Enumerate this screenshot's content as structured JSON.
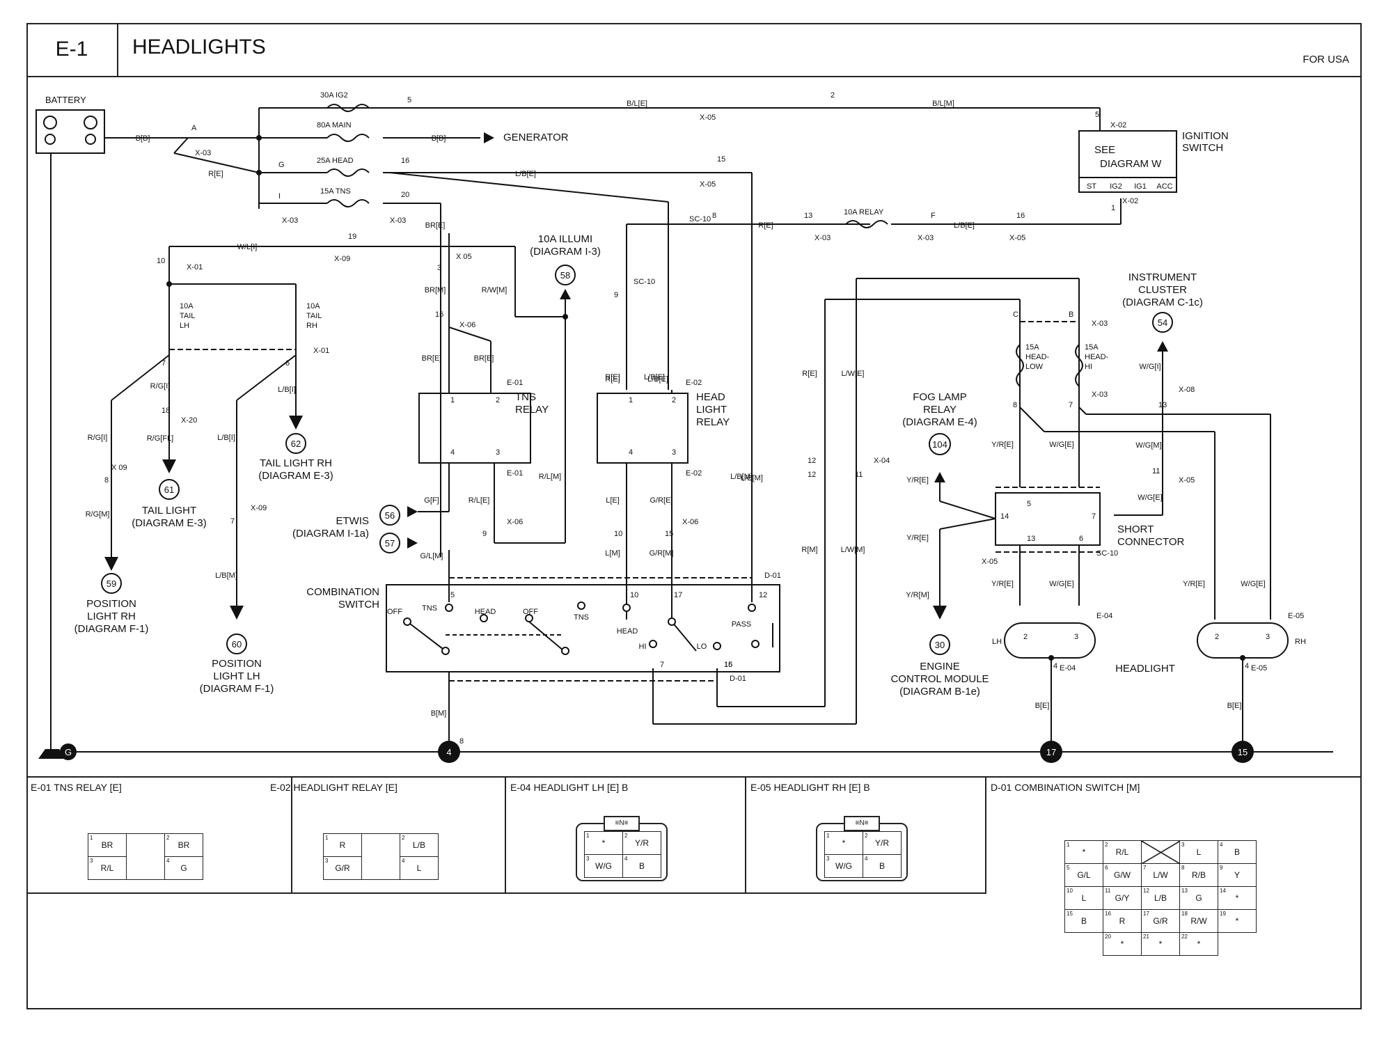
{
  "header": {
    "code": "E-1",
    "title": "HEADLIGHTS",
    "region": "FOR USA"
  },
  "labels": {
    "battery": "BATTERY",
    "generator": "GENERATOR",
    "ignition_switch": "IGNITION\nSWITCH",
    "ign_see": "SEE",
    "ign_diagram": "DIAGRAM W",
    "ign_positions": [
      "ST",
      "IG2",
      "IG1",
      "ACC"
    ],
    "fuse_30a": "30A IG2",
    "fuse_80a": "80A MAIN",
    "fuse_25a": "25A HEAD",
    "fuse_15a": "15A TNS",
    "fuse_10a_relay": "10A RELAY",
    "fuse_tail_lh": [
      "10A",
      "TAIL",
      "LH"
    ],
    "fuse_tail_rh": [
      "10A",
      "TAIL",
      "RH"
    ],
    "fuse_head_low": [
      "15A",
      "HEAD-",
      "LOW"
    ],
    "fuse_head_hi": [
      "15A",
      "HEAD-",
      "HI"
    ],
    "tns_relay": [
      "TNS",
      "RELAY"
    ],
    "head_relay": [
      "HEAD",
      "LIGHT",
      "RELAY"
    ],
    "illumi": [
      "10A ILLUMI",
      "(DIAGRAM I-3)"
    ],
    "instrument": [
      "INSTRUMENT",
      "CLUSTER",
      "(DIAGRAM C-1c)"
    ],
    "fog": [
      "FOG LAMP",
      "RELAY",
      "(DIAGRAM E-4)"
    ],
    "etwis": [
      "ETWIS",
      "(DIAGRAM I-1a)"
    ],
    "tail_rh": [
      "TAIL LIGHT RH",
      "(DIAGRAM E-3)"
    ],
    "tail_light": [
      "TAIL LIGHT",
      "(DIAGRAM E-3)"
    ],
    "pos_rh": [
      "POSITION",
      "LIGHT RH",
      "(DIAGRAM F-1)"
    ],
    "pos_lh": [
      "POSITION",
      "LIGHT LH",
      "(DIAGRAM F-1)"
    ],
    "ecm": [
      "ENGINE",
      "CONTROL MODULE",
      "(DIAGRAM B-1e)"
    ],
    "short_connector": [
      "SHORT",
      "CONNECTOR"
    ],
    "combination_switch": [
      "COMBINATION",
      "SWITCH"
    ],
    "switch_positions": [
      "OFF",
      "TNS",
      "HEAD",
      "OFF",
      "TNS",
      "HEAD",
      "HI",
      "LO",
      "PASS"
    ],
    "headlight": "HEADLIGHT",
    "lh": "LH",
    "rh": "RH"
  },
  "refs": {
    "r58": "58",
    "r54": "54",
    "r104": "104",
    "r62": "62",
    "r61": "61",
    "r56": "56",
    "r57": "57",
    "r59": "59",
    "r60": "60",
    "r30": "30",
    "g4": "4",
    "g17": "17",
    "g15": "15",
    "gnd": "G"
  },
  "wires": [
    "B/L[E]",
    "B/L[M]",
    "B[B]",
    "B[B]",
    "R[E]",
    "L/B[E]",
    "BR[E]",
    "W/L[I]",
    "BR[M]",
    "R/W[M]",
    "R[E]",
    "L/B[E]",
    "R[E]",
    "L/B[E]",
    "L/B[M]",
    "R/G[I]",
    "L/B[I]",
    "R/G[FL]",
    "R/G[I]",
    "R/G[M]",
    "L/B[I]",
    "L/B[M]",
    "BR[E]",
    "BR[E]",
    "G[F]",
    "R/L[E]",
    "R/L[M]",
    "G/L[M]",
    "R[E]",
    "L/B[E]",
    "L[E]",
    "G/R[E]",
    "L[M]",
    "G/R[M]",
    "L/B[M]",
    "R[E]",
    "L/W[E]",
    "R[M]",
    "L/W[M]",
    "Y/R[E]",
    "W/G[E]",
    "W/G[I]",
    "W/G[M]",
    "W/G[E]",
    "Y/R[E]",
    "Y/R[E]",
    "Y/R[M]",
    "Y/R[E]",
    "W/G[E]",
    "Y/R[E]",
    "W/G[E]",
    "B[M]",
    "B[E]",
    "B[E]"
  ],
  "connectors": [
    "X-03",
    "X-03",
    "X-03",
    "X-05",
    "X-05",
    "X-02",
    "X-02",
    "X-09",
    "X-01",
    "X 05",
    "SC-10",
    "SC-10",
    "X-03",
    "X-03",
    "X-05",
    "X-06",
    "E-01",
    "E-01",
    "X-06",
    "E-02",
    "E-02",
    "X-06",
    "X-01",
    "X-20",
    "X 09",
    "X-09",
    "X-04",
    "X-03",
    "X-03",
    "X-08",
    "X-05",
    "X-05",
    "SC-10",
    "D-01",
    "D-01",
    "E-04",
    "E-05",
    "E-04",
    "E-05"
  ],
  "pins": [
    "A",
    "5",
    "2",
    "5",
    "1",
    "G",
    "16",
    "15",
    "I",
    "20",
    "13",
    "F",
    "16",
    "8",
    "19",
    "10",
    "3",
    "9",
    "16",
    "7",
    "6",
    "18",
    "8",
    "7",
    "C",
    "B",
    "8",
    "7",
    "1",
    "2",
    "4",
    "3",
    "1",
    "2",
    "4",
    "3",
    "9",
    "10",
    "15",
    "12",
    "11",
    "13",
    "11",
    "12",
    "5",
    "14",
    "7",
    "13",
    "6",
    "5",
    "10",
    "17",
    "12",
    "15",
    "7",
    "16",
    "2",
    "3",
    "4",
    "2",
    "3",
    "4",
    "8"
  ],
  "connector_panels": [
    {
      "title": "E-01 TNS RELAY [E]",
      "pins": [
        [
          "1",
          "BR"
        ],
        [
          "2",
          "BR"
        ],
        [
          "3",
          "R/L"
        ],
        [
          "4",
          "G"
        ]
      ]
    },
    {
      "title": "E-02 HEADLIGHT RELAY [E]",
      "pins": [
        [
          "1",
          "R"
        ],
        [
          "2",
          "L/B"
        ],
        [
          "3",
          "G/R"
        ],
        [
          "4",
          "L"
        ]
      ]
    },
    {
      "title": "E-04 HEADLIGHT LH [E] B",
      "pins": [
        [
          "1",
          "*"
        ],
        [
          "2",
          "Y/R"
        ],
        [
          "3",
          "W/G"
        ],
        [
          "4",
          "B"
        ]
      ]
    },
    {
      "title": "E-05 HEADLIGHT RH [E] B",
      "pins": [
        [
          "1",
          "*"
        ],
        [
          "2",
          "Y/R"
        ],
        [
          "3",
          "W/G"
        ],
        [
          "4",
          "B"
        ]
      ]
    },
    {
      "title": "D-01 COMBINATION SWITCH [M]",
      "rows": [
        [
          [
            "1",
            "*"
          ],
          [
            "2",
            "R/L"
          ],
          [
            "",
            ""
          ],
          [
            "3",
            "L"
          ],
          [
            "4",
            "B"
          ]
        ],
        [
          [
            "5",
            "G/L"
          ],
          [
            "6",
            "G/W"
          ],
          [
            "7",
            "L/W"
          ],
          [
            "8",
            "R/B"
          ],
          [
            "9",
            "Y"
          ]
        ],
        [
          [
            "10",
            "L"
          ],
          [
            "11",
            "G/Y"
          ],
          [
            "12",
            "L/B"
          ],
          [
            "13",
            "G"
          ],
          [
            "14",
            "*"
          ]
        ],
        [
          [
            "15",
            "B"
          ],
          [
            "16",
            "R"
          ],
          [
            "17",
            "G/R"
          ],
          [
            "18",
            "R/W"
          ],
          [
            "19",
            "*"
          ]
        ],
        [
          [
            "20",
            "*"
          ],
          [
            "21",
            "*"
          ],
          [
            "22",
            "*"
          ]
        ]
      ]
    }
  ],
  "plug_key": "≡N≡"
}
